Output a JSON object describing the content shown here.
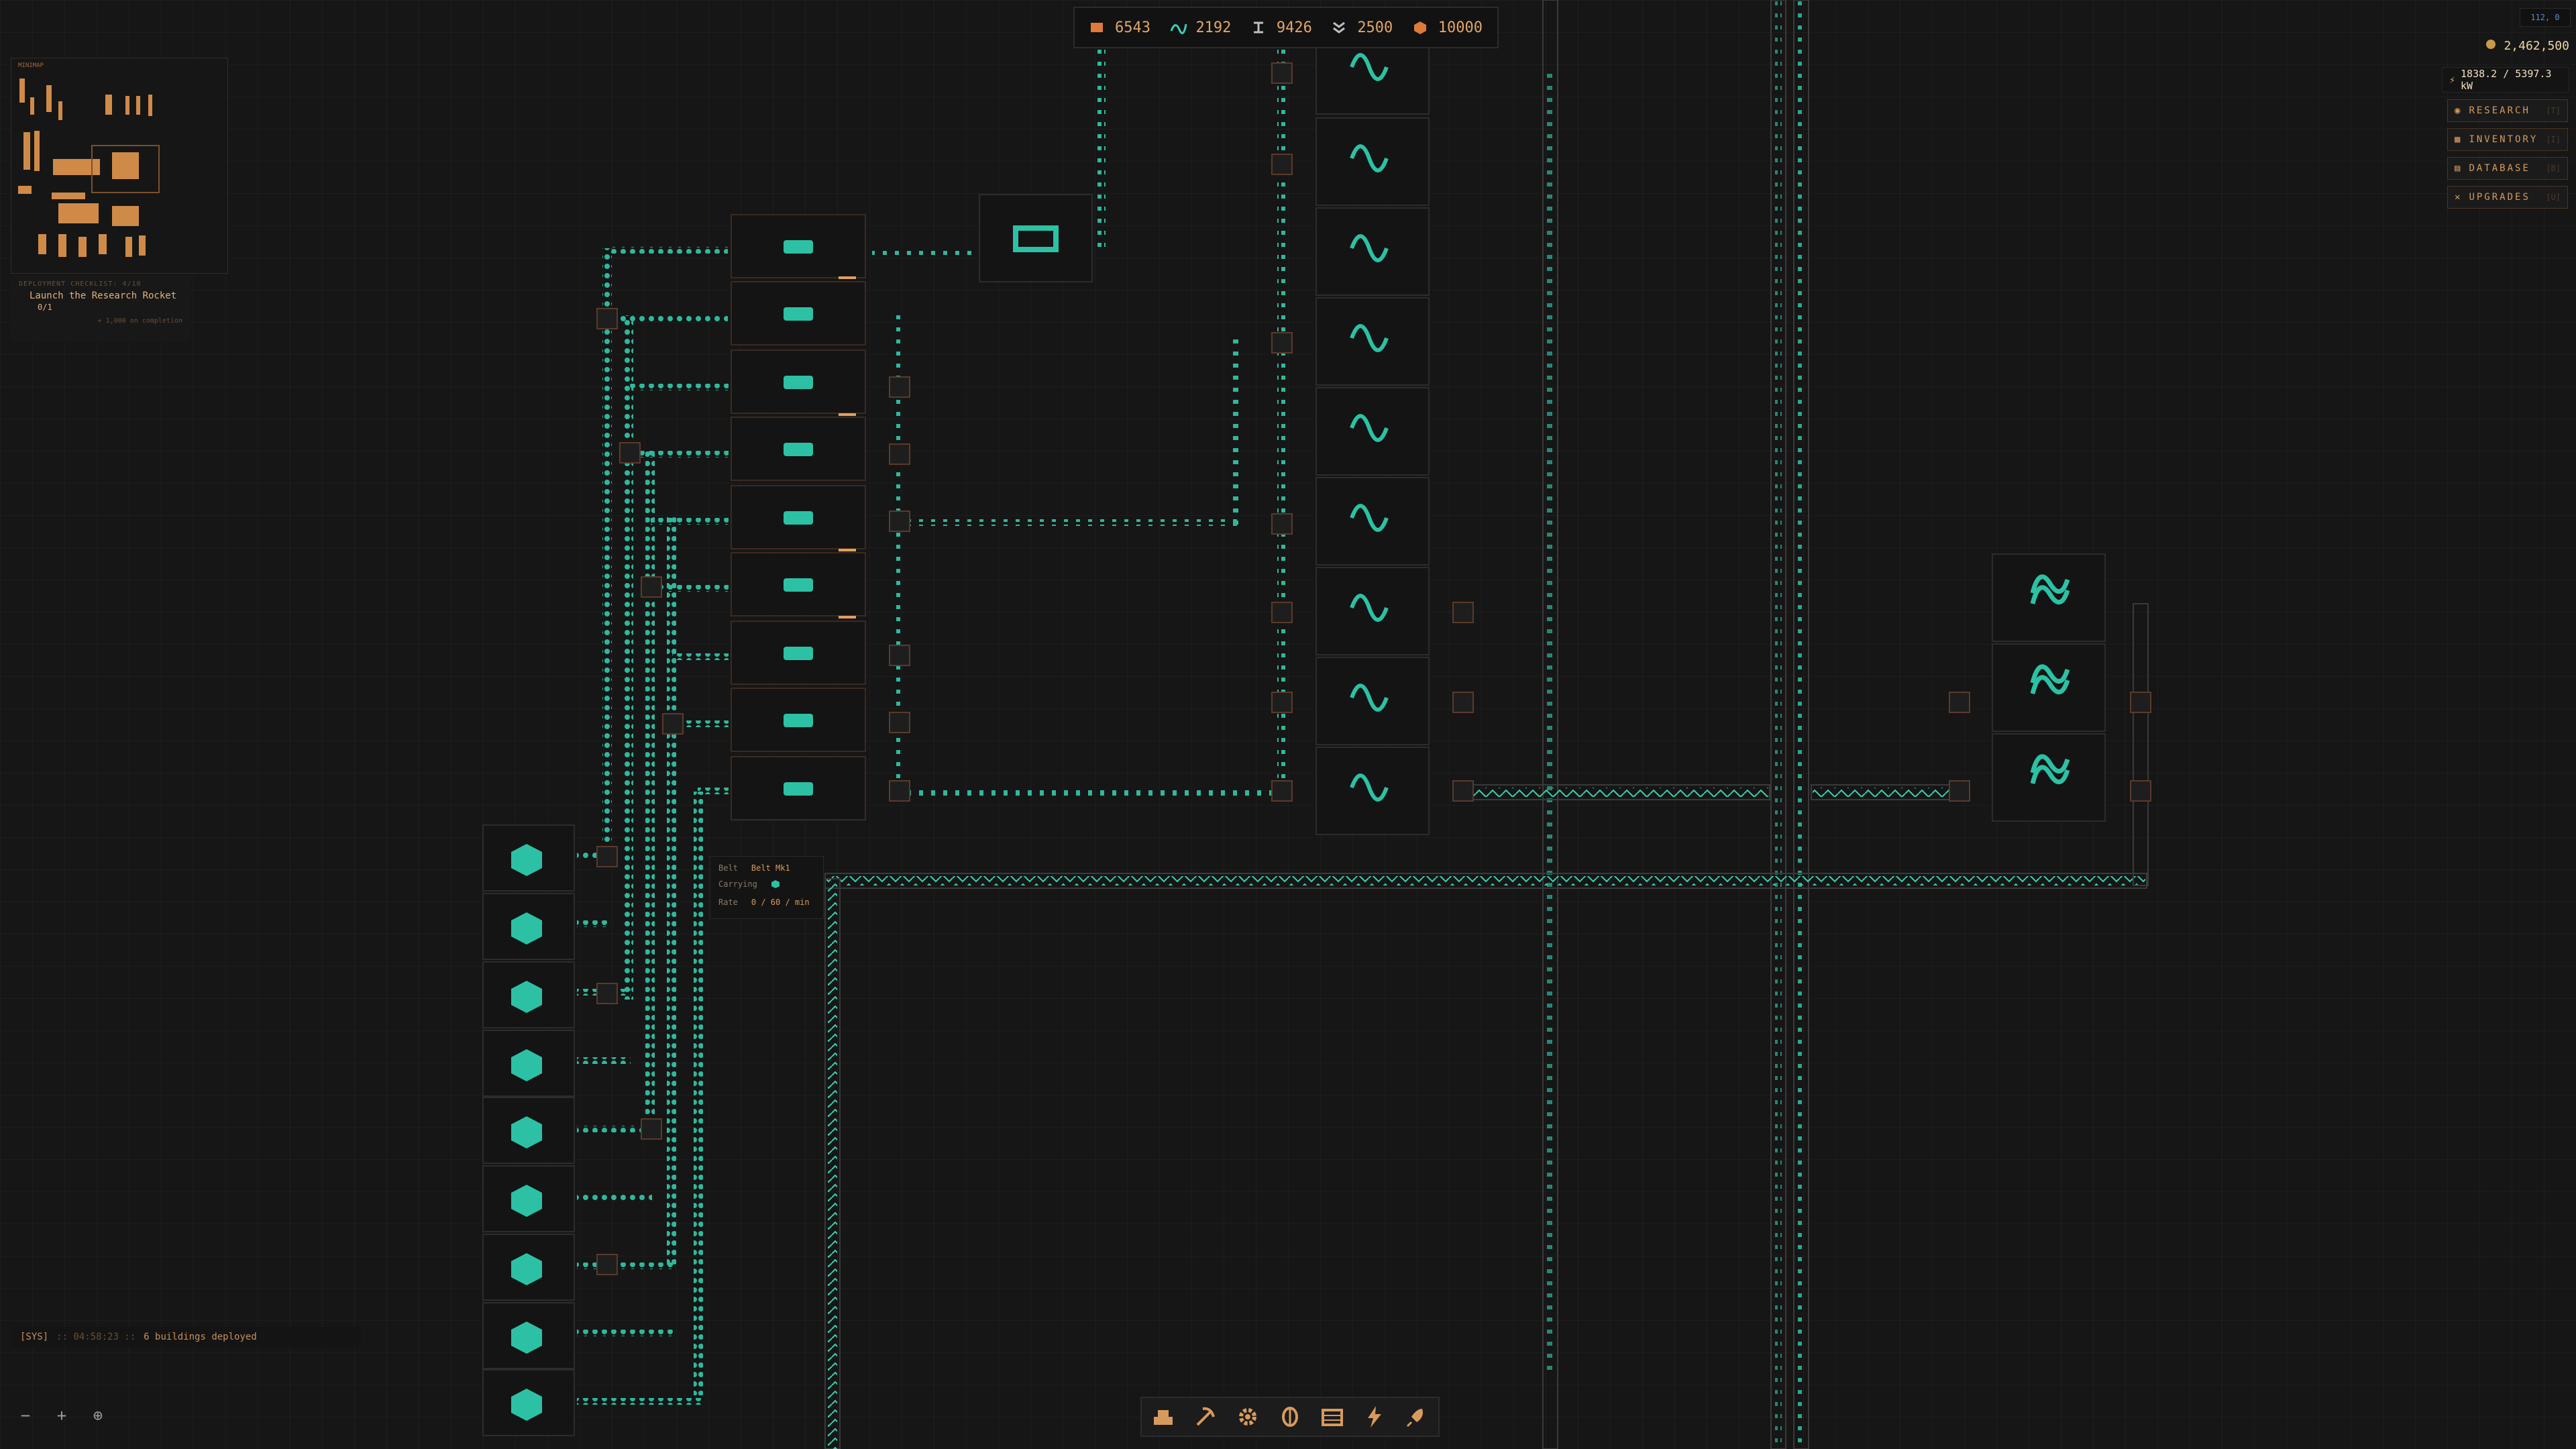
{
  "resources": [
    {
      "name": "copper-plate",
      "value": "6543",
      "color": "#e07a3a"
    },
    {
      "name": "wire",
      "value": "2192",
      "color": "#39d0b8"
    },
    {
      "name": "circuit",
      "value": "9426",
      "color": "#bfbfbf"
    },
    {
      "name": "coil",
      "value": "2500",
      "color": "#bfbfbf"
    },
    {
      "name": "ore-cube",
      "value": "10000",
      "color": "#e07a3a"
    }
  ],
  "coords": "112, 0",
  "money": "2,462,500",
  "power": "1838.2 / 5397.3 kW",
  "menu": [
    {
      "label": "RESEARCH",
      "key": "[T]",
      "icon": "research-icon"
    },
    {
      "label": "INVENTORY",
      "key": "[I]",
      "icon": "inventory-icon"
    },
    {
      "label": "DATABASE",
      "key": "[B]",
      "icon": "database-icon"
    },
    {
      "label": "UPGRADES",
      "key": "[U]",
      "icon": "upgrades-icon"
    }
  ],
  "minimap": {
    "title": "MINIMAP"
  },
  "checklist": {
    "title": "DEPLOYMENT CHECKLIST: 4/10",
    "task": "Launch the Research Rocket",
    "progress": "0/1",
    "note": "+ 1,000 on completion"
  },
  "console": {
    "prefix": "[SYS]",
    "time": ":: 04:58:23 ::",
    "message": "6 buildings deployed"
  },
  "tooltip": {
    "title": "Belt",
    "name": "Belt Mk1",
    "carrying_label": "Carrying",
    "rate_label": "Rate",
    "rate": "0 / 60 / min"
  },
  "colors": {
    "accent": "#e0a060",
    "belt": "#3ad1b0",
    "machine_border": "#2c2c2c"
  },
  "zoom": {
    "minus": "−",
    "plus": "+",
    "recenter": "⊕"
  },
  "toolbar": [
    {
      "name": "build-icon"
    },
    {
      "name": "pickaxe-icon"
    },
    {
      "name": "gear-icon"
    },
    {
      "name": "research-icon"
    },
    {
      "name": "storage-icon"
    },
    {
      "name": "power-icon"
    },
    {
      "name": "rocket-icon"
    }
  ]
}
